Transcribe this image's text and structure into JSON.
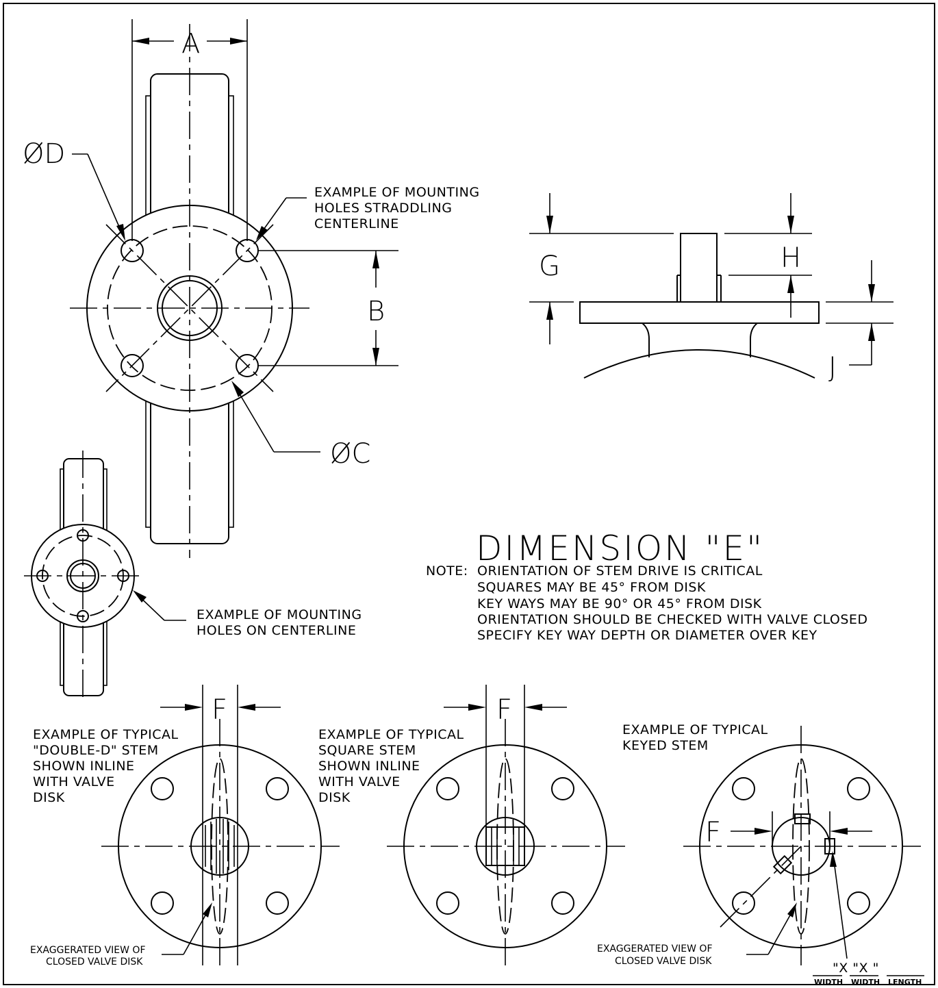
{
  "labels": {
    "dim_a": "A",
    "dim_b": "B",
    "dim_c": "ØC",
    "dim_d": "ØD",
    "dim_f1": "F",
    "dim_f2": "F",
    "dim_f3": "F",
    "dim_g": "G",
    "dim_h": "H",
    "dim_j": "J"
  },
  "callouts": {
    "straddling": [
      "EXAMPLE OF MOUNTING",
      "HOLES STRADDLING",
      "CENTERLINE"
    ],
    "on_centerline": [
      "EXAMPLE OF MOUNTING",
      "HOLES ON CENTERLINE"
    ],
    "double_d": [
      "EXAMPLE OF TYPICAL",
      "\"DOUBLE-D\" STEM",
      "SHOWN INLINE",
      "WITH VALVE",
      "DISK"
    ],
    "square": [
      "EXAMPLE OF TYPICAL",
      "SQUARE STEM",
      "SHOWN INLINE",
      "WITH VALVE",
      "DISK"
    ],
    "keyed": [
      "EXAMPLE OF TYPICAL",
      "KEYED STEM"
    ],
    "disk_left": [
      "EXAGGERATED VIEW OF",
      "CLOSED VALVE DISK"
    ],
    "disk_right": [
      "EXAGGERATED VIEW OF",
      "CLOSED VALVE DISK"
    ]
  },
  "dimension_e": {
    "title": "DIMENSION \"E\"",
    "note_label": "NOTE:",
    "notes": [
      "ORIENTATION OF STEM DRIVE IS CRITICAL",
      "SQUARES MAY BE 45° FROM DISK",
      "KEY WAYS MAY BE 90° OR 45° FROM DISK",
      "ORIENTATION SHOULD BE CHECKED WITH VALVE CLOSED",
      "SPECIFY KEY WAY DEPTH OR DIAMETER OVER KEY"
    ]
  },
  "key_spec": {
    "text": "\"X    \"X    \"",
    "fields": [
      "WIDTH",
      "WIDTH",
      "LENGTH"
    ]
  }
}
